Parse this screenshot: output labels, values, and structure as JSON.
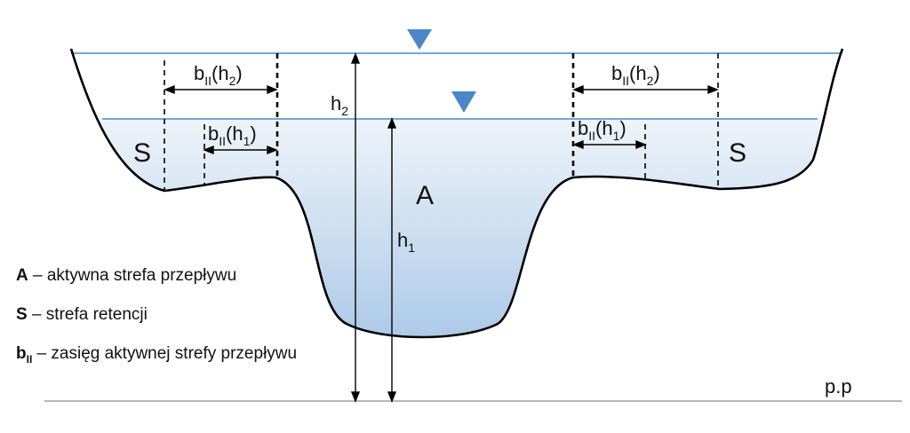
{
  "labels": {
    "zone_A": "A",
    "zone_S": "S",
    "h1": "h",
    "h1_sub": "1",
    "h2": "h",
    "h2_sub": "2",
    "b": "b",
    "b_sub": "II",
    "paren_open": "(h",
    "paren_close": ")",
    "b_sub_h1": "1",
    "b_sub_h2": "2",
    "datum": "p.p"
  },
  "legend": [
    {
      "key": "A",
      "key_sub": "",
      "text": " – aktywna strefa przepływu"
    },
    {
      "key": "S",
      "key_sub": "",
      "text": " – strefa retencji"
    },
    {
      "key": "b",
      "key_sub": "II",
      "text": " – zasięg aktywnej strefy przepływu"
    }
  ],
  "colors": {
    "water_top": "#e9f1f9",
    "water_bottom": "#a9c7e6",
    "waterline": "#5b9bd5",
    "marker": "#4a86c8",
    "bed": "#000000"
  }
}
